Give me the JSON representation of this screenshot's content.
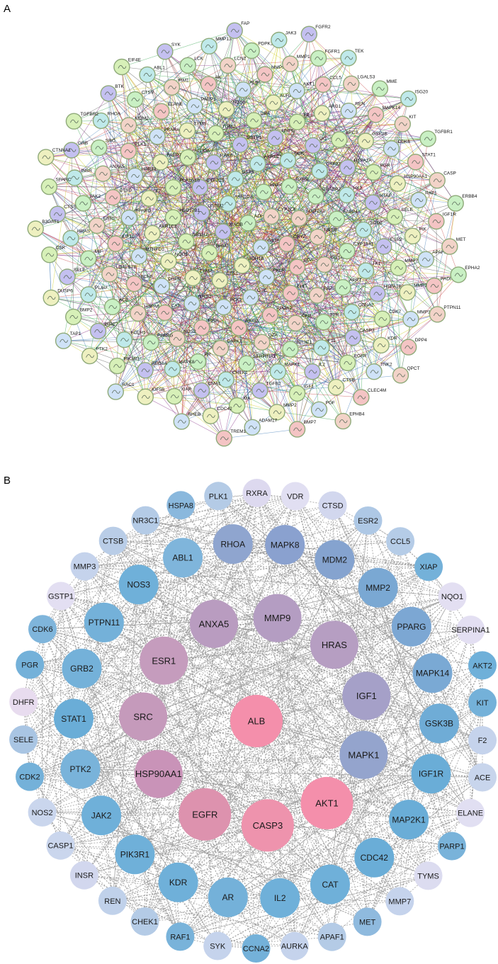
{
  "panels": [
    {
      "label": "A"
    },
    {
      "label": "B"
    }
  ],
  "colors": {
    "edge_b": "#9a9a9a",
    "string_edges": [
      "#3b3b3b",
      "#c8c800",
      "#7a1c7a",
      "#2a6db0",
      "#1e9a3a",
      "#c03030"
    ],
    "string_nodes": [
      "#c9f0c4",
      "#cfe2f7",
      "#c4c0f0",
      "#f2d3c8",
      "#eef0c0",
      "#bfe9ea",
      "#f4c4c4",
      "#d7f0b8"
    ]
  },
  "network_a": {
    "nodes": [
      {
        "name": "ADH1C"
      },
      {
        "name": "GSTA3"
      },
      {
        "name": "MAOB"
      },
      {
        "name": "CYP2C8"
      },
      {
        "name": "ADH1B"
      },
      {
        "name": "AKR1C3"
      },
      {
        "name": "CRYZ"
      },
      {
        "name": "BHMT"
      },
      {
        "name": "HNF4G"
      },
      {
        "name": "PKLR"
      },
      {
        "name": "GSTM2"
      },
      {
        "name": "SULT2A1"
      },
      {
        "name": "CES1"
      },
      {
        "name": "GSTS"
      },
      {
        "name": "CDA"
      },
      {
        "name": "NR1H2"
      },
      {
        "name": "RXRB"
      },
      {
        "name": "OTC"
      },
      {
        "name": "CYP2C9"
      },
      {
        "name": "NR1I3"
      },
      {
        "name": "TYMP"
      },
      {
        "name": "AKR1C1"
      },
      {
        "name": "FHIT"
      },
      {
        "name": "HSD17B1"
      },
      {
        "name": "CRABP2"
      },
      {
        "name": "PCK1"
      },
      {
        "name": "RARB"
      },
      {
        "name": "GSTM3"
      },
      {
        "name": "NQO1"
      },
      {
        "name": "DCK"
      },
      {
        "name": "APOA2"
      },
      {
        "name": "PLA2G1B"
      },
      {
        "name": "FABP4"
      },
      {
        "name": "NR1I2"
      },
      {
        "name": "GSTP1"
      },
      {
        "name": "PAPSS1"
      },
      {
        "name": "AKR1C2"
      },
      {
        "name": "CYP27B1"
      },
      {
        "name": "RXRG"
      },
      {
        "name": "ALDOA"
      },
      {
        "name": "CYP19A1"
      },
      {
        "name": "DHFR"
      },
      {
        "name": "UMPS"
      },
      {
        "name": "CFB"
      },
      {
        "name": "F7"
      },
      {
        "name": "HK1"
      },
      {
        "name": "PPIA"
      },
      {
        "name": "TGM2"
      },
      {
        "name": "APRT"
      },
      {
        "name": "MTHFD1"
      },
      {
        "name": "GC"
      },
      {
        "name": "GZA"
      },
      {
        "name": "FABP7"
      },
      {
        "name": "SOD2"
      },
      {
        "name": "CAT"
      },
      {
        "name": "GBA"
      },
      {
        "name": "TTR"
      },
      {
        "name": "PPARD"
      },
      {
        "name": "HSPA1A"
      },
      {
        "name": "DAPK1"
      },
      {
        "name": "TYMS"
      },
      {
        "name": "TK1"
      },
      {
        "name": "BCHE"
      },
      {
        "name": "F2"
      },
      {
        "name": "NR3C1"
      },
      {
        "name": "HPRT1"
      },
      {
        "name": "MTAP"
      },
      {
        "name": "NOS2"
      },
      {
        "name": "NOS3"
      },
      {
        "name": "CCNA2"
      },
      {
        "name": "KIF11"
      },
      {
        "name": "APCS"
      },
      {
        "name": "SERPINA1"
      },
      {
        "name": "PRARA"
      },
      {
        "name": "ESR2"
      },
      {
        "name": "HSPA8"
      },
      {
        "name": "AURKA"
      },
      {
        "name": "F11"
      },
      {
        "name": "CTSD"
      },
      {
        "name": "PGR"
      },
      {
        "name": "AR"
      },
      {
        "name": "PARP1"
      },
      {
        "name": "HSPA1B"
      },
      {
        "name": "LGALS7B"
      },
      {
        "name": "ARG1"
      },
      {
        "name": "MAPK1"
      },
      {
        "name": "PLK1"
      },
      {
        "name": "SELE"
      },
      {
        "name": "PPARG"
      },
      {
        "name": "ALB"
      },
      {
        "name": "CASP3"
      },
      {
        "name": "ESR1"
      },
      {
        "name": "GSK3B"
      },
      {
        "name": "CHEK1"
      },
      {
        "name": "ELANE"
      },
      {
        "name": "MMP7"
      },
      {
        "name": "ACE"
      },
      {
        "name": "AKT1"
      },
      {
        "name": "IL2"
      },
      {
        "name": "ANXA5"
      },
      {
        "name": "HSP90AA1"
      },
      {
        "name": "MAPK8"
      },
      {
        "name": "AK"
      },
      {
        "name": "CDK7"
      },
      {
        "name": "MIF"
      },
      {
        "name": "REN"
      },
      {
        "name": "TGFB2"
      },
      {
        "name": "MDM2"
      },
      {
        "name": "PIK"
      },
      {
        "name": "FOLH1"
      },
      {
        "name": "MMP9"
      },
      {
        "name": "EGFR"
      },
      {
        "name": "JAK2"
      },
      {
        "name": "CDK6"
      },
      {
        "name": "CMA1"
      },
      {
        "name": "PIM1"
      },
      {
        "name": "MMP1"
      },
      {
        "name": "PLAU"
      },
      {
        "name": "CCL5"
      },
      {
        "name": "IGF1"
      },
      {
        "name": "SRC"
      },
      {
        "name": "RAF1"
      },
      {
        "name": "REG1A"
      },
      {
        "name": "LCN2"
      },
      {
        "name": "KDR"
      },
      {
        "name": "HRAS"
      },
      {
        "name": "MAPK14"
      },
      {
        "name": "MA"
      },
      {
        "name": "CTSV"
      },
      {
        "name": "APAF1"
      },
      {
        "name": "BIRC7"
      },
      {
        "name": "MMP1"
      },
      {
        "name": "CTSB"
      },
      {
        "name": "INSR"
      },
      {
        "name": "STAT1"
      },
      {
        "name": "XIAP"
      },
      {
        "name": "LCK"
      },
      {
        "name": "MMP12"
      },
      {
        "name": "SELE"
      },
      {
        "name": "LGALS3"
      },
      {
        "name": "MMP2"
      },
      {
        "name": "RHOA"
      },
      {
        "name": "IGF1R"
      },
      {
        "name": "PIK3R1"
      },
      {
        "name": "PDPK1"
      },
      {
        "name": "TNK2"
      },
      {
        "name": "CTSS"
      },
      {
        "name": "KIT"
      },
      {
        "name": "CDC42"
      },
      {
        "name": "ABL1"
      },
      {
        "name": "PADI4"
      },
      {
        "name": "BMP2"
      },
      {
        "name": "FGFR1"
      },
      {
        "name": "PGF"
      },
      {
        "name": "GRB"
      },
      {
        "name": "CASP"
      },
      {
        "name": "KIF5B"
      },
      {
        "name": "MMP13"
      },
      {
        "name": "DPP4"
      },
      {
        "name": "CSK"
      },
      {
        "name": "MME"
      },
      {
        "name": "ADAM17"
      },
      {
        "name": "BTK"
      },
      {
        "name": "MET"
      },
      {
        "name": "PTK2"
      },
      {
        "name": "JAK3"
      },
      {
        "name": "CLEC4M"
      },
      {
        "name": "SPARC"
      },
      {
        "name": "TGFBR1"
      },
      {
        "name": "RHEB"
      },
      {
        "name": "SYK"
      },
      {
        "name": "PTPN11"
      },
      {
        "name": "DUSP6"
      },
      {
        "name": "TEK"
      },
      {
        "name": "BMP7"
      },
      {
        "name": "TGFBR2"
      },
      {
        "name": "ERBB4"
      },
      {
        "name": "RAC1"
      },
      {
        "name": "FAP"
      },
      {
        "name": "QPCT"
      },
      {
        "name": "B3GAT1"
      },
      {
        "name": "ISG20"
      },
      {
        "name": "TREM1"
      },
      {
        "name": "EIF4E"
      },
      {
        "name": "EPHA2"
      },
      {
        "name": "TAP1"
      },
      {
        "name": "FGFR2"
      },
      {
        "name": "EPHB4"
      },
      {
        "name": "CTNNA1"
      }
    ]
  },
  "network_b": {
    "nodes": [
      {
        "name": "ALB",
        "color": "#f48fab"
      },
      {
        "name": "AKT1",
        "color": "#f48fab"
      },
      {
        "name": "CASP3",
        "color": "#ee93ad"
      },
      {
        "name": "EGFR",
        "color": "#dd92ae"
      },
      {
        "name": "HSP90AA1",
        "color": "#c993b8"
      },
      {
        "name": "SRC",
        "color": "#c59abb"
      },
      {
        "name": "ESR1",
        "color": "#c59cbd"
      },
      {
        "name": "ANXA5",
        "color": "#b99cc0"
      },
      {
        "name": "MMP9",
        "color": "#b49dc2"
      },
      {
        "name": "HRAS",
        "color": "#b69ec2"
      },
      {
        "name": "IGF1",
        "color": "#a5a0c8"
      },
      {
        "name": "MAPK1",
        "color": "#94a4cd"
      },
      {
        "name": "RHOA",
        "color": "#8fa5cf"
      },
      {
        "name": "MAPK8",
        "color": "#8aa1cf"
      },
      {
        "name": "MDM2",
        "color": "#85a3cf"
      },
      {
        "name": "MMP2",
        "color": "#7aa8d3"
      },
      {
        "name": "PPARG",
        "color": "#7ca7d3"
      },
      {
        "name": "MAPK14",
        "color": "#7aa9d4"
      },
      {
        "name": "GSK3B",
        "color": "#6facd6"
      },
      {
        "name": "IGF1R",
        "color": "#6aadd7"
      },
      {
        "name": "MAP2K1",
        "color": "#6aadd7"
      },
      {
        "name": "CDC42",
        "color": "#6aadd7"
      },
      {
        "name": "CAT",
        "color": "#6fb0d9"
      },
      {
        "name": "IL2",
        "color": "#6fb0d9"
      },
      {
        "name": "AR",
        "color": "#74b1d9"
      },
      {
        "name": "KDR",
        "color": "#6fb0d9"
      },
      {
        "name": "PIK3R1",
        "color": "#6fb0d9"
      },
      {
        "name": "JAK2",
        "color": "#6fb0d9"
      },
      {
        "name": "PTK2",
        "color": "#79b3da"
      },
      {
        "name": "STAT1",
        "color": "#6aadd7"
      },
      {
        "name": "GRB2",
        "color": "#74b1d9"
      },
      {
        "name": "PTPN11",
        "color": "#74b1d9"
      },
      {
        "name": "NOS3",
        "color": "#6fb0d9"
      },
      {
        "name": "ABL1",
        "color": "#7fb5db"
      },
      {
        "name": "HSPA8",
        "color": "#8ab8dd"
      },
      {
        "name": "PLK1",
        "color": "#b4cbe6"
      },
      {
        "name": "RXRA",
        "color": "#ddd9ef"
      },
      {
        "name": "VDR",
        "color": "#e1dff2"
      },
      {
        "name": "CTSD",
        "color": "#d2d7ee"
      },
      {
        "name": "ESR2",
        "color": "#aec8e5"
      },
      {
        "name": "CCL5",
        "color": "#b5cce7"
      },
      {
        "name": "XIAP",
        "color": "#74b1d9"
      },
      {
        "name": "NQO1",
        "color": "#e3dff2"
      },
      {
        "name": "SERPINA1",
        "color": "#e3dff2"
      },
      {
        "name": "AKT2",
        "color": "#6fb0d9"
      },
      {
        "name": "KIT",
        "color": "#74b1d9"
      },
      {
        "name": "F2",
        "color": "#c5d3ec"
      },
      {
        "name": "ACE",
        "color": "#c8d5ec"
      },
      {
        "name": "ELANE",
        "color": "#e1dff2"
      },
      {
        "name": "PARP1",
        "color": "#79b3da"
      },
      {
        "name": "TYMS",
        "color": "#dcdcf0"
      },
      {
        "name": "MMP7",
        "color": "#c5d3ec"
      },
      {
        "name": "MET",
        "color": "#8fbade"
      },
      {
        "name": "APAF1",
        "color": "#b4cbe6"
      },
      {
        "name": "AURKA",
        "color": "#c5d3ec"
      },
      {
        "name": "CCNA2",
        "color": "#74b1d9"
      },
      {
        "name": "SYK",
        "color": "#c5d3ec"
      },
      {
        "name": "RAF1",
        "color": "#79b3da"
      },
      {
        "name": "CHEK1",
        "color": "#b4cbe6"
      },
      {
        "name": "REN",
        "color": "#c0d1ea"
      },
      {
        "name": "INSR",
        "color": "#d2d7ee"
      },
      {
        "name": "CASP1",
        "color": "#cad6ed"
      },
      {
        "name": "NOS2",
        "color": "#cad6ed"
      },
      {
        "name": "CDK2",
        "color": "#74b1d9"
      },
      {
        "name": "SELE",
        "color": "#a9c5e3"
      },
      {
        "name": "DHFR",
        "color": "#e8dcef"
      },
      {
        "name": "PGR",
        "color": "#74b1d9"
      },
      {
        "name": "CDK6",
        "color": "#7fb5db"
      },
      {
        "name": "GSTP1",
        "color": "#e3dff2"
      },
      {
        "name": "MMP3",
        "color": "#c5d3ec"
      },
      {
        "name": "CTSB",
        "color": "#b9cde7"
      },
      {
        "name": "NR3C1",
        "color": "#b4cbe6"
      }
    ]
  }
}
